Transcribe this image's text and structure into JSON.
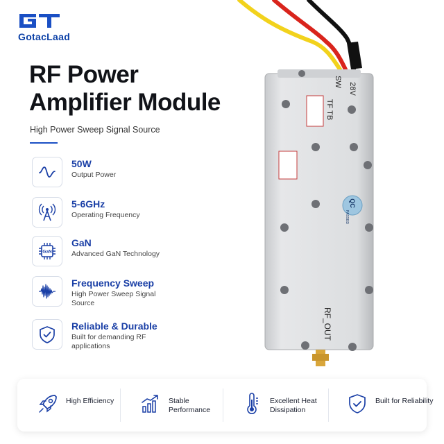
{
  "brand": {
    "name": "GotacLaad",
    "color": "#0a3fa6"
  },
  "title_line1": "RF Power",
  "title_line2": "Amplifier Module",
  "subtitle": "High Power Sweep Signal Source",
  "features": [
    {
      "icon": "waveform-icon",
      "title": "50W",
      "desc": "Output Power"
    },
    {
      "icon": "antenna-icon",
      "title": "5-6GHz",
      "desc": "Operating Frequency"
    },
    {
      "icon": "chip-icon",
      "title": "GaN",
      "desc": "Advanced GaN Technology",
      "chip_label": "GaN"
    },
    {
      "icon": "sweep-icon",
      "title": "Frequency Sweep",
      "desc": "High Power Sweep Signal Source"
    },
    {
      "icon": "shield-check-icon",
      "title": "Reliable & Durable",
      "desc": "Built for demanding RF applications"
    }
  ],
  "product": {
    "label_sw": "SW",
    "label_28v": "28V",
    "label_tf_tb": "TF TB",
    "label_rf_out": "RF_OUT",
    "qc_label": "QC",
    "qc_sub": "PASSED"
  },
  "bottom": [
    {
      "icon": "rocket-icon",
      "label": "High Efficiency"
    },
    {
      "icon": "chart-icon",
      "label": "Stable Performance"
    },
    {
      "icon": "thermometer-icon",
      "label": "Excellent Heat Dissipation"
    },
    {
      "icon": "shield-check-icon",
      "label": "Built for Reliability"
    }
  ],
  "colors": {
    "accent": "#1a4fc4",
    "text_dark": "#111318",
    "wire_yellow": "#f2d21c",
    "wire_red": "#d9241c",
    "wire_black": "#111111",
    "module": "#d9dbde"
  }
}
